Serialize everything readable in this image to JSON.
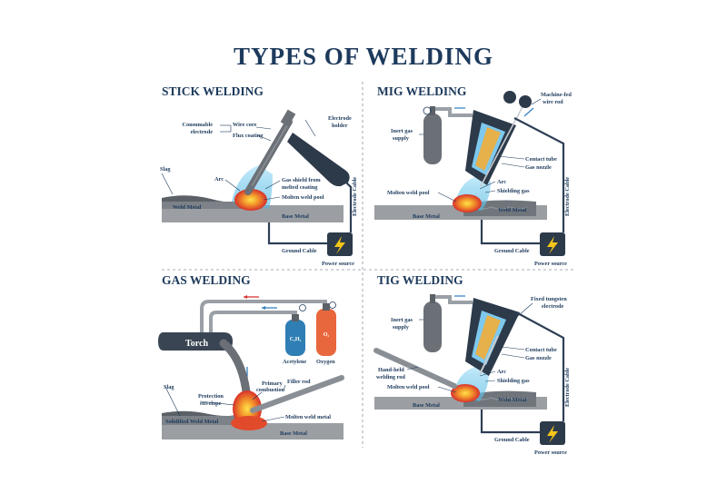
{
  "title": "TYPES OF WELDING",
  "sections": {
    "stick": {
      "title": "STICK WELDING",
      "labels": {
        "consumable": "Consumable",
        "electrode": "electrode",
        "wire_core": "Wire core",
        "flux_coating": "Flux coating",
        "electrode_holder_1": "Electrode",
        "electrode_holder_2": "holder",
        "slag": "Slag",
        "arc": "Arc",
        "gas_shield_1": "Gas shield from",
        "gas_shield_2": "melted coating",
        "molten_pool": "Molten weld pool",
        "weld_metal": "Weld Metal",
        "base_metal": "Base Metal",
        "electrode_cable": "Electrode Cable",
        "ground_cable": "Ground Cable",
        "power_source": "Power source"
      }
    },
    "mig": {
      "title": "MIG WELDING",
      "labels": {
        "machine_fed_1": "Machine-fed",
        "machine_fed_2": "wire rod",
        "inert_gas_1": "Inert gas",
        "inert_gas_2": "supply",
        "contact_tube": "Contact tube",
        "gas_nozzle": "Gas nozzle",
        "arc": "Arc",
        "shielding_gas": "Shielding gas",
        "molten_pool": "Molten weld pool",
        "weld_metal": "Weld Metal",
        "base_metal": "Base Metal",
        "electrode_cable": "Electrode Cable",
        "ground_cable": "Ground Cable",
        "power_source": "Power source"
      }
    },
    "gas": {
      "title": "GAS WELDING",
      "labels": {
        "torch": "Torch",
        "acetylene_formula": "C₂H₂",
        "oxygen_formula": "O₂",
        "acetylene": "Acetylene",
        "oxygen": "Oxygen",
        "slag": "Slag",
        "filler_rod": "Filler rod",
        "primary_1": "Primary",
        "primary_2": "combustion",
        "protection_1": "Protection",
        "protection_2": "envelope",
        "solidified": "Solidified Weld Metal",
        "molten_metal": "Molten weld metal",
        "base_metal": "Base Metal"
      }
    },
    "tig": {
      "title": "TIG WELDING",
      "labels": {
        "inert_gas_1": "Inert gas",
        "inert_gas_2": "supply",
        "tungsten_1": "Fixed tungsten",
        "tungsten_2": "electrode",
        "contact_tube": "Contact tube",
        "gas_nozzle": "Gas nozzle",
        "hand_held_1": "Hand-held",
        "hand_held_2": "welding rod",
        "arc": "Arc",
        "shielding_gas": "Shielding gas",
        "molten_pool": "Molten weld pool",
        "weld_metal": "Weld Metal",
        "base_metal": "Base Metal",
        "electrode_cable": "Electrode Cable",
        "ground_cable": "Ground Cable",
        "power_source": "Power source"
      }
    }
  },
  "colors": {
    "navy": "#1d3a5c",
    "steel_gray": "#9b9fa3",
    "dark_gray": "#5c6167",
    "gas_blue": "#4fb6e0",
    "flame_orange": "#f07a2a",
    "flame_red": "#d8312a",
    "arrow_blue": "#2f7fc1",
    "arrow_red": "#d8312a",
    "acetylene_tank": "#2f7fb4",
    "oxygen_tank": "#e9673d",
    "power_yellow": "#f5c518"
  }
}
